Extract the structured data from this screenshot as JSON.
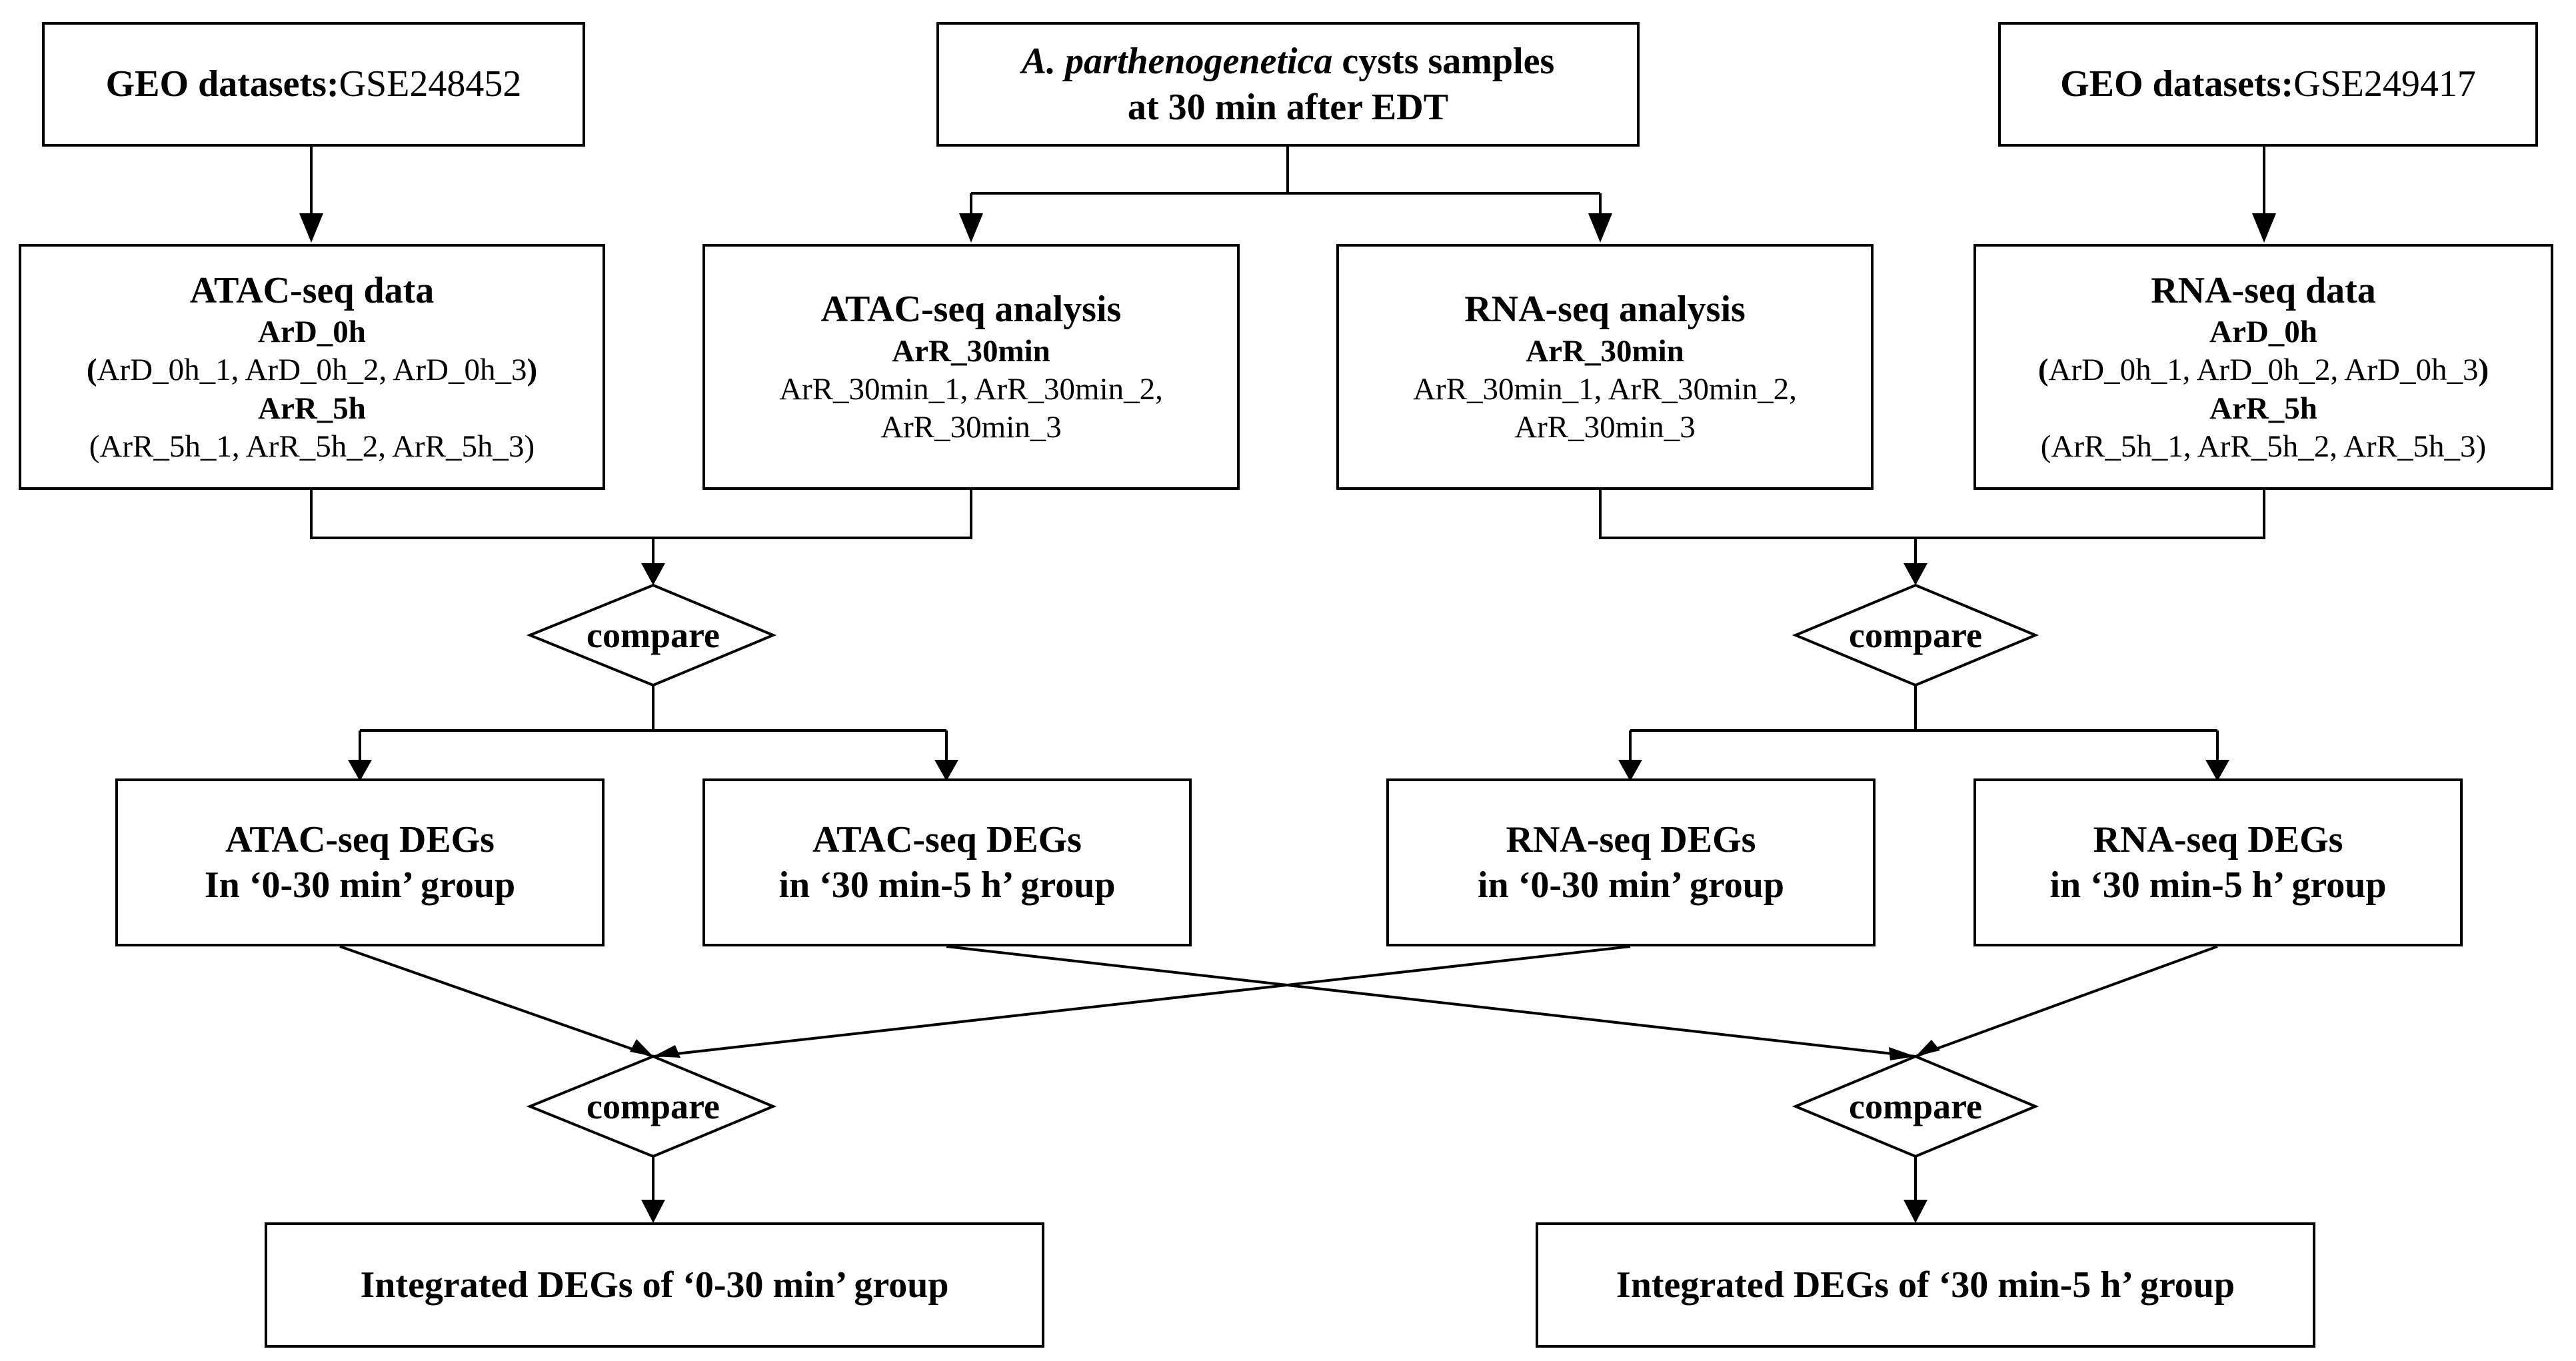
{
  "geo_left": {
    "label": "GEO datasets:",
    "value": "GSE248452"
  },
  "geo_right": {
    "label": "GEO datasets:",
    "value": "GSE249417"
  },
  "samples": {
    "species": "A. parthenogenetica",
    "line1_rest": " cysts samples",
    "line2": "at 30 min after EDT"
  },
  "atac_data": {
    "title": "ATAC-seq data",
    "group1": "ArD_0h",
    "group1_open": "(",
    "group1_list": "ArD_0h_1, ArD_0h_2, ArD_0h_3",
    "group1_close": ")",
    "group2": "ArR_5h",
    "group2_list": "(ArR_5h_1, ArR_5h_2, ArR_5h_3)"
  },
  "atac_analysis": {
    "title": "ATAC-seq analysis",
    "group": "ArR_30min",
    "list_line1": "ArR_30min_1, ArR_30min_2,",
    "list_line2": "ArR_30min_3"
  },
  "rna_analysis": {
    "title": "RNA-seq analysis",
    "group": "ArR_30min",
    "list_line1": "ArR_30min_1, ArR_30min_2,",
    "list_line2": "ArR_30min_3"
  },
  "rna_data": {
    "title": "RNA-seq data",
    "group1": "ArD_0h",
    "group1_open": "(",
    "group1_list": "ArD_0h_1, ArD_0h_2, ArD_0h_3",
    "group1_close": ")",
    "group2": "ArR_5h",
    "group2_list": "(ArR_5h_1, ArR_5h_2, ArR_5h_3)"
  },
  "compare_label": "compare",
  "atac_degs_0_30": {
    "line1": "ATAC-seq DEGs",
    "line2": "In ‘0-30 min’ group"
  },
  "atac_degs_30_5": {
    "line1": "ATAC-seq DEGs",
    "line2": "in ‘30 min-5 h’ group"
  },
  "rna_degs_0_30": {
    "line1": "RNA-seq DEGs",
    "line2": "in ‘0-30 min’ group"
  },
  "rna_degs_30_5": {
    "line1": "RNA-seq DEGs",
    "line2": "in ‘30 min-5 h’ group"
  },
  "integrated_0_30": "Integrated DEGs of ‘0-30 min’ group",
  "integrated_30_5": "Integrated DEGs of ‘30 min-5 h’ group"
}
